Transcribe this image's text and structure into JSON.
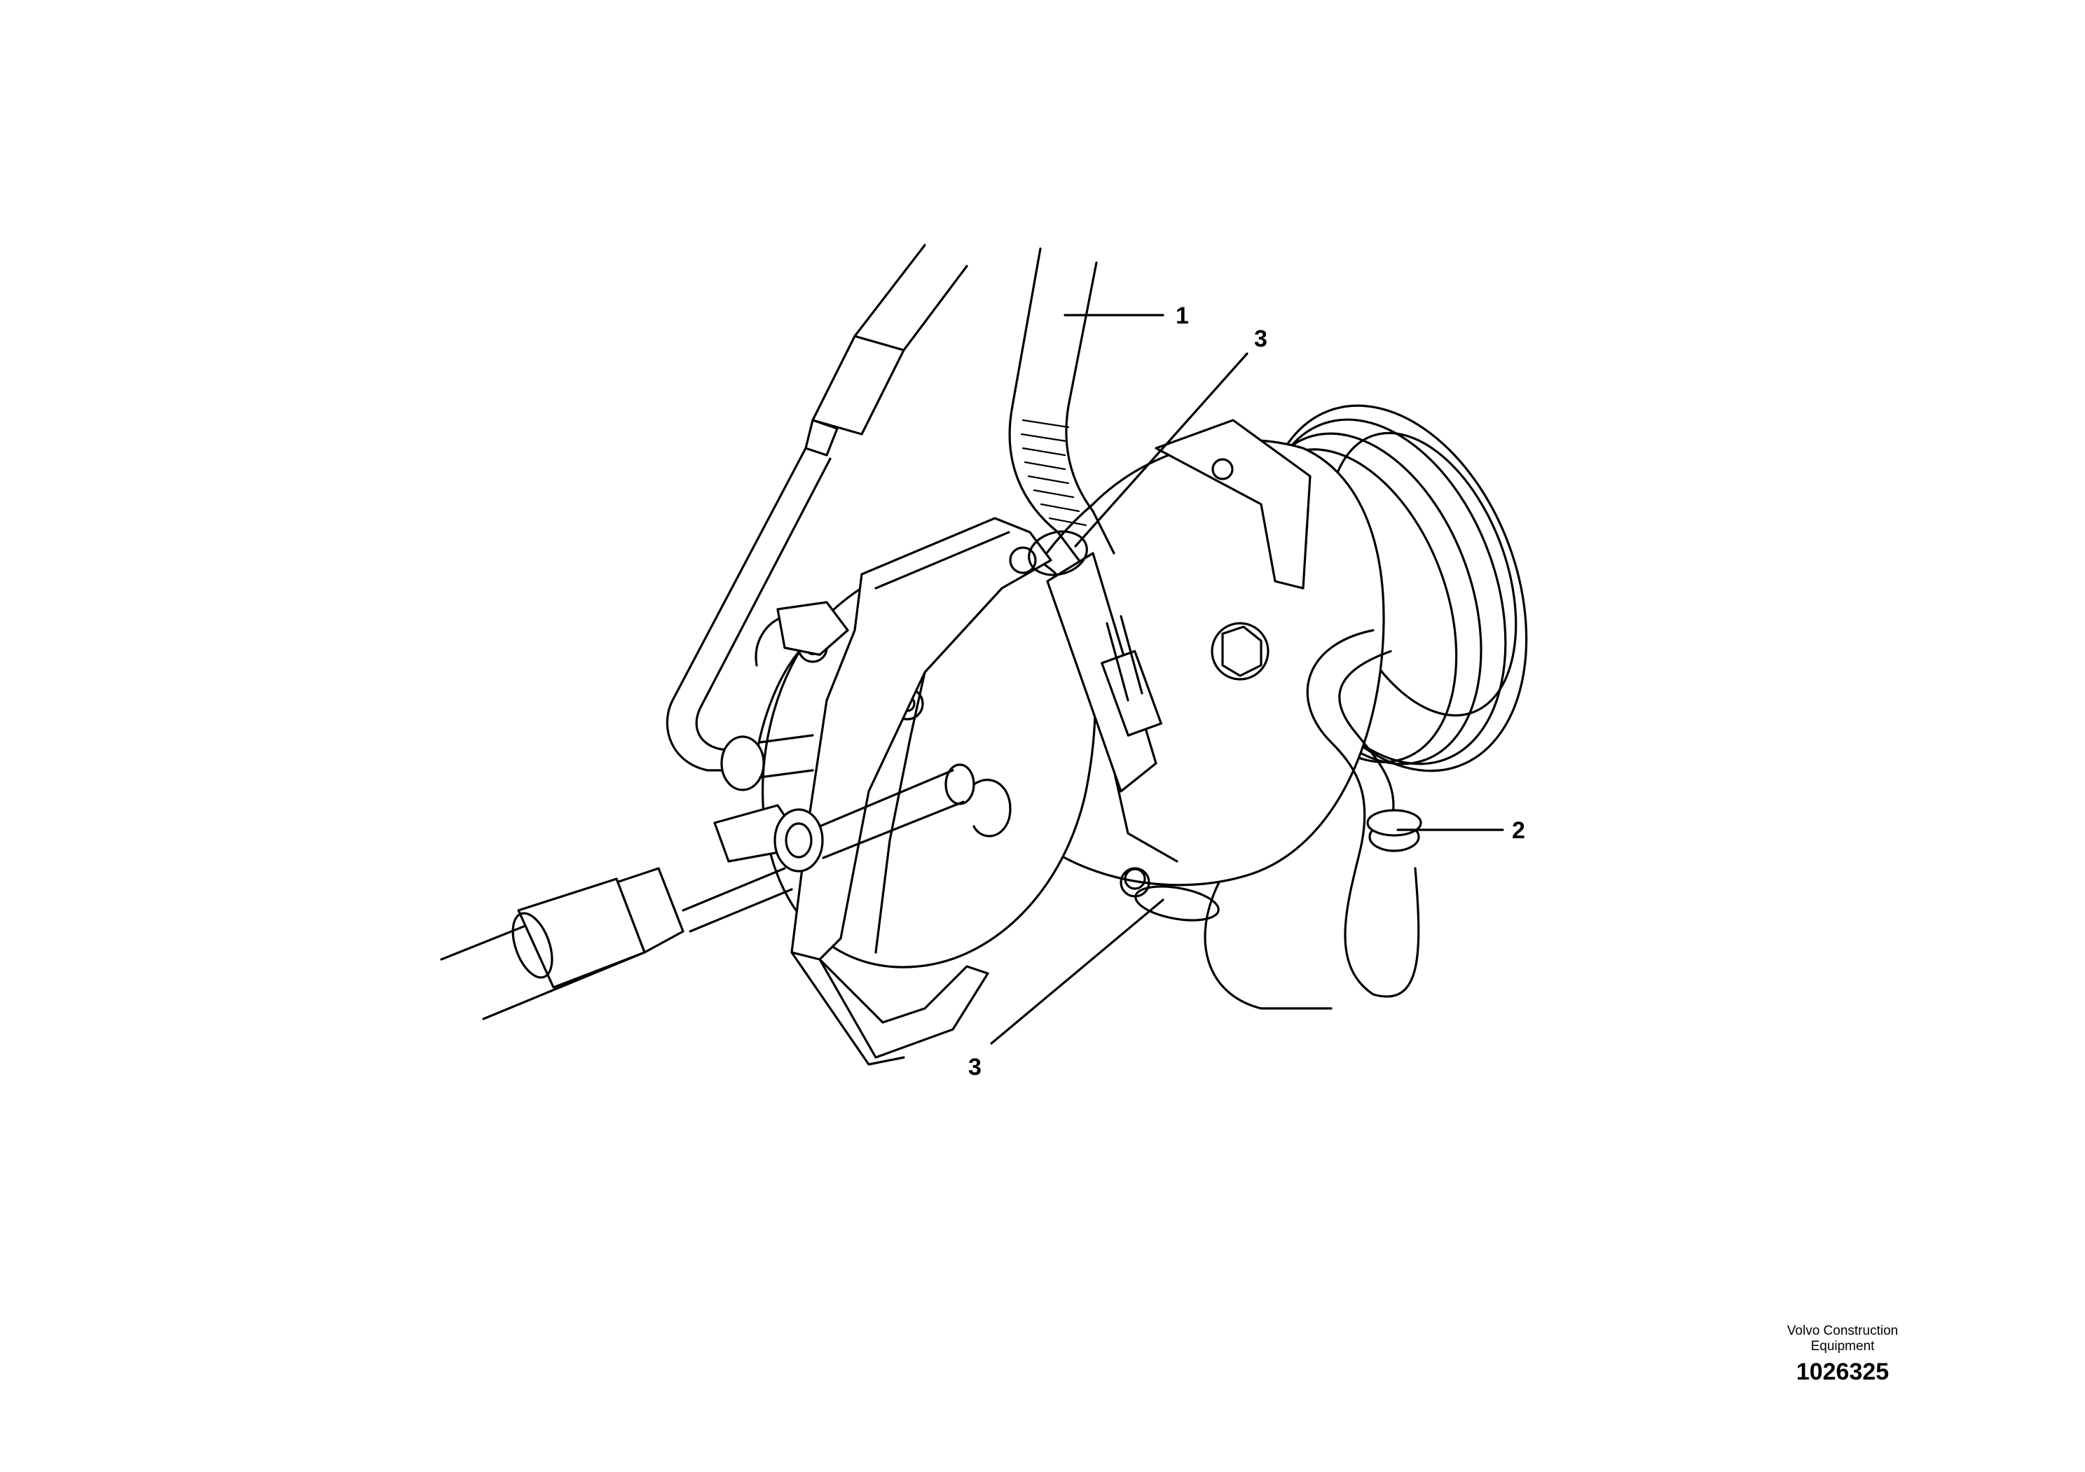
{
  "callouts": [
    {
      "label": "1"
    },
    {
      "label": "2"
    },
    {
      "label": "3"
    },
    {
      "label": "3"
    }
  ],
  "footer": {
    "brand_line1": "Volvo Construction",
    "brand_line2": "Equipment",
    "image_number": "1026325"
  }
}
